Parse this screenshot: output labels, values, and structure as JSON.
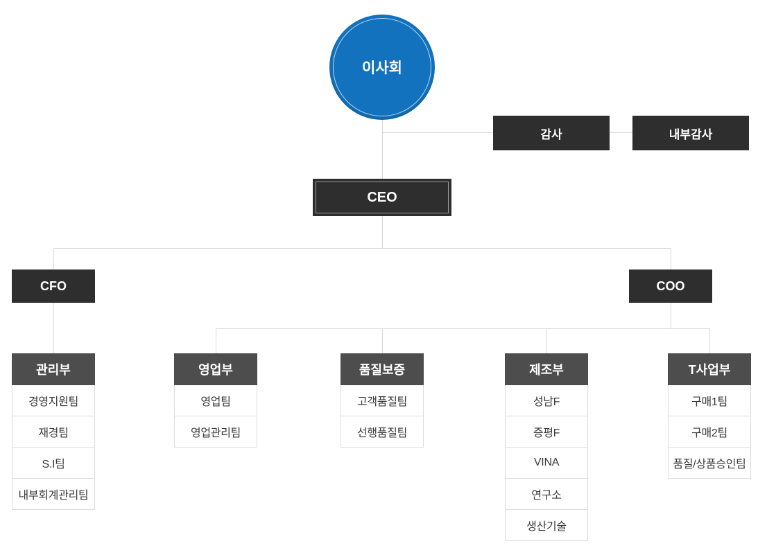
{
  "chart_type": "org-chart",
  "colors": {
    "accent_blue": "#1272bd",
    "dark_box": "#2e2e2e",
    "header_box": "#4d4d4d",
    "connector_line": "#d9d9d9",
    "cell_border": "#dddddd",
    "cell_text": "#3a3a3a"
  },
  "board": {
    "label": "이사회"
  },
  "audit": {
    "label": "감사"
  },
  "internal_audit": {
    "label": "내부감사"
  },
  "ceo": {
    "label": "CEO"
  },
  "cfo": {
    "label": "CFO"
  },
  "coo": {
    "label": "COO"
  },
  "departments": [
    {
      "title": "관리부",
      "items": [
        "경영지원팀",
        "재경팀",
        "S.I팀",
        "내부회계관리팀"
      ]
    },
    {
      "title": "영업부",
      "items": [
        "영업팀",
        "영업관리팀"
      ]
    },
    {
      "title": "품질보증",
      "items": [
        "고객품질팀",
        "선행품질팀"
      ]
    },
    {
      "title": "제조부",
      "items": [
        "성남F",
        "증평F",
        "VINA",
        "연구소",
        "생산기술"
      ]
    },
    {
      "title": "T사업부",
      "items": [
        "구매1팀",
        "구매2팀",
        "품질/상품승인팀"
      ]
    }
  ]
}
